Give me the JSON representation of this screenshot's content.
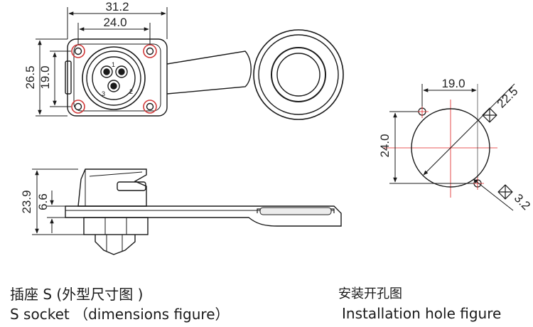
{
  "front_view": {
    "dim_width_outer": "31.2",
    "dim_width_inner": "24.0",
    "dim_height_outer": "26.5",
    "dim_height_inner": "19.0",
    "pin_labels": [
      "1",
      "2",
      "3"
    ]
  },
  "side_view": {
    "dim_height_total": "23.9",
    "dim_height_flange": "6.6"
  },
  "hole_view": {
    "dim_spacing": "19.0",
    "dim_main_hole": "22.5",
    "dim_vertical": "24.0",
    "dim_small_hole": "3.2"
  },
  "captions": {
    "left_cn": "插座 S (外型尺寸图 )",
    "left_en": "S socket （dimensions figure）",
    "right_cn": "安装开孔图",
    "right_en": "Installation hole figure"
  },
  "colors": {
    "line": "#1a1a1a",
    "center_line": "#e02020",
    "highlight": "#d13a3a"
  }
}
